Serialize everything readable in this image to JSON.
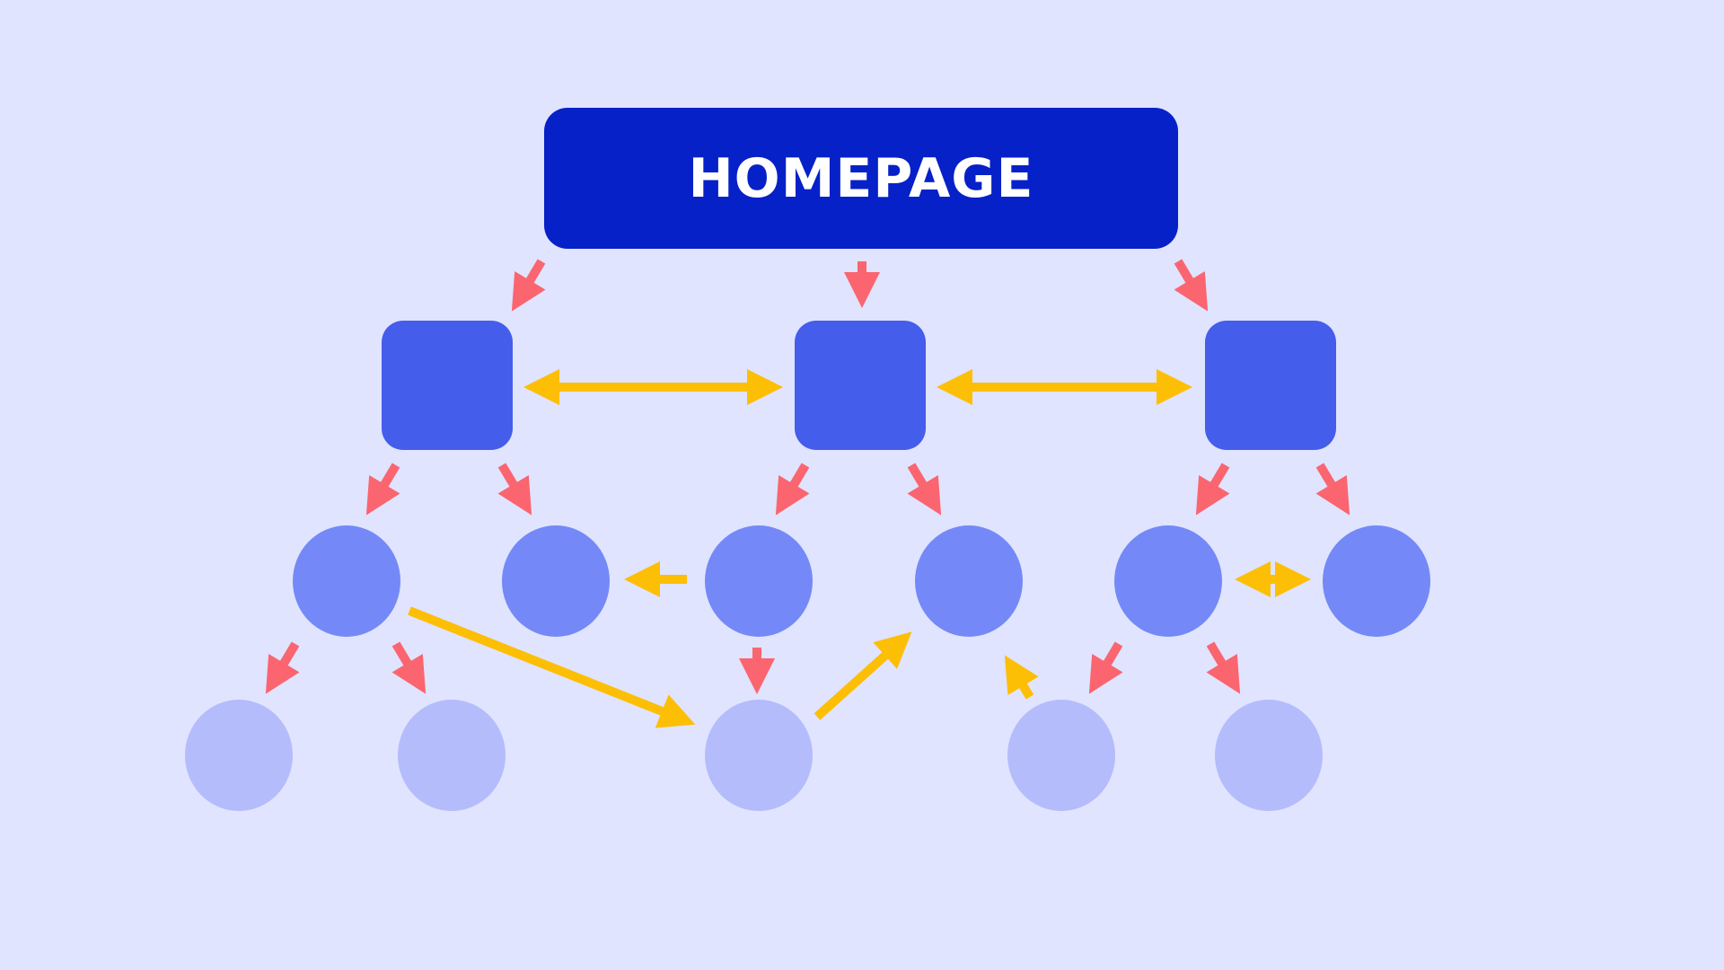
{
  "diagram": {
    "root": {
      "label": "HOMEPAGE"
    },
    "colors": {
      "background": "#e0e4fe",
      "root_fill": "#0721c8",
      "root_text": "#ffffff",
      "category_fill": "#455deb",
      "subpage_fill": "#7489f7",
      "leaf_fill": "#b4bcfc",
      "hierarchy_arrow": "#fa6570",
      "internal_link_arrow": "#fdbe06"
    },
    "levels": {
      "categories": 3,
      "subpages": 6,
      "leaf_pages": 5
    }
  }
}
